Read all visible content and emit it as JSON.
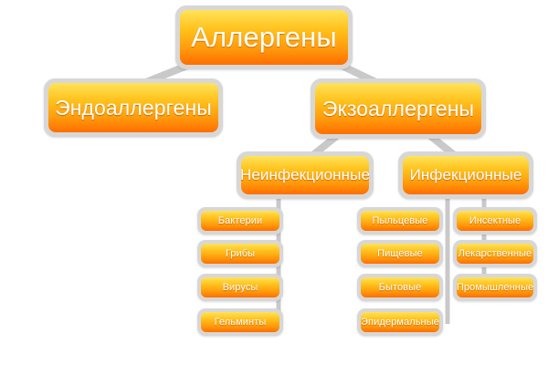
{
  "diagram": {
    "root": "Аллергены",
    "endo": "Эндоаллергены",
    "exo": "Экзоаллергены",
    "noninfectious": "Неинфекционные",
    "infectious": "Инфекционные",
    "noninfectious_left": [
      "Бактерии",
      "Грибы",
      "Вирусы",
      "Гельминты"
    ],
    "infectious_mid": [
      "Пыльцевые",
      "Пищевые",
      "Бытовые",
      "Эпидермальные"
    ],
    "infectious_right": [
      "Инсектные",
      "Лекарственные",
      "Промышленные"
    ]
  }
}
